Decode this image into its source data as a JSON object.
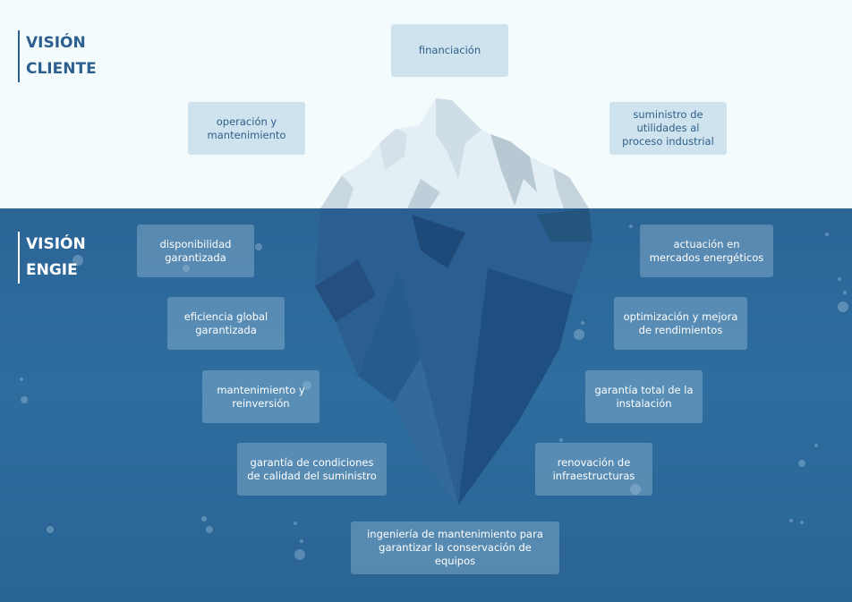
{
  "sections": {
    "client": {
      "line1": "VISIÓN",
      "line2": "CLIENTE"
    },
    "engie": {
      "line1": "VISIÓN",
      "line2": "ENGIE"
    }
  },
  "above_water": {
    "financiacion": "financiación",
    "operacion": "operación y mantenimiento",
    "suministro": "suministro de utilidades al proceso industrial"
  },
  "below_water": {
    "disponibilidad": "disponibilidad garantizada",
    "actuacion": "actuación en mercados energéticos",
    "eficiencia": "eficiencia global garantizada",
    "optimizacion": "optimización y mejora de rendimientos",
    "mantenimiento": "mantenimiento y reinversión",
    "garantia_total": "garantía total de la instalación",
    "calidad": "garantía de condiciones de calidad del suministro",
    "renovacion": "renovación de infraestructuras",
    "ingenieria": "ingeniería de mantenimiento para garantizar la conservación de equipos"
  },
  "colors": {
    "sky": "#f3fbfd",
    "sea": "#2e6d9f",
    "accent": "#2c5f8e",
    "ice_light": "#e6f1f6",
    "ice_shadow": "#b5c5cf",
    "ice_deep": "#1e4f7f"
  }
}
